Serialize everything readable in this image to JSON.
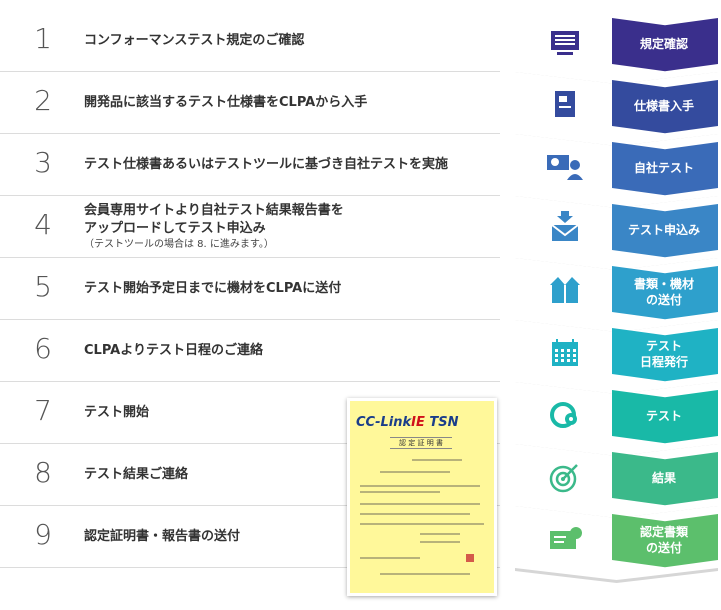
{
  "steps": [
    {
      "num": "1",
      "text": "コンフォーマンステスト規定のご確認",
      "sub": "",
      "label": [
        "規定確認"
      ],
      "icon": "monitor-icon",
      "color": "#3a2f8c"
    },
    {
      "num": "2",
      "text": "開発品に該当するテスト仕様書をCLPAから入手",
      "sub": "",
      "label": [
        "仕様書入手"
      ],
      "icon": "document-icon",
      "color": "#344b9e"
    },
    {
      "num": "3",
      "text": "テスト仕様書あるいはテストツールに基づき自社テストを実施",
      "sub": "",
      "label": [
        "自社テスト"
      ],
      "icon": "computer-user-icon",
      "color": "#3a6bb8"
    },
    {
      "num": "4",
      "text": "会員専用サイトより自社テスト結果報告書を",
      "text2": "アップロードしてテスト申込み",
      "sub": "（テストツールの場合は 8. に進みます。）",
      "label": [
        "テスト申込み"
      ],
      "icon": "mail-upload-icon",
      "color": "#3a86c6"
    },
    {
      "num": "5",
      "text": "テスト開始予定日までに機材をCLPAに送付",
      "sub": "",
      "label": [
        "書類・機材",
        "の送付"
      ],
      "icon": "package-icon",
      "color": "#2ea0cc"
    },
    {
      "num": "6",
      "text": "CLPAよりテスト日程のご連絡",
      "sub": "",
      "label": [
        "テスト",
        "日程発行"
      ],
      "icon": "calendar-icon",
      "color": "#1fb2c4"
    },
    {
      "num": "7",
      "text": "テスト開始",
      "sub": "",
      "label": [
        "テスト"
      ],
      "icon": "gear-cycle-icon",
      "color": "#19b9a7"
    },
    {
      "num": "8",
      "text": "テスト結果ご連絡",
      "sub": "",
      "label": [
        "結果"
      ],
      "icon": "target-icon",
      "color": "#3bb98a"
    },
    {
      "num": "9",
      "text": "認定証明書・報告書の送付",
      "sub": "",
      "label": [
        "認定書類",
        "の送付"
      ],
      "icon": "certificate-icon",
      "color": "#5cbf6c"
    }
  ],
  "certificate": {
    "logo_main": "CC-Link",
    "logo_ie": "IE",
    "logo_tsn": " TSN",
    "title": "認 定 証 明 書"
  }
}
